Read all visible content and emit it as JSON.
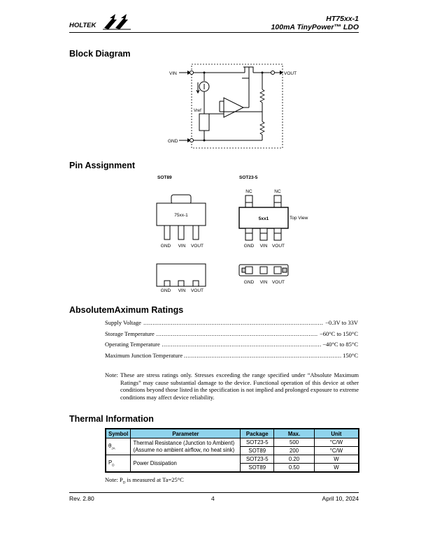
{
  "header": {
    "logo_text": "HOLTEK",
    "part_number": "HT75xx-1",
    "title": "100mA TinyPower™ LDO"
  },
  "block_diagram": {
    "heading": "Block Diagram",
    "vin": "VIN",
    "vout": "VOUT",
    "gnd": "GND",
    "vref": "Vref"
  },
  "pin_assignment": {
    "heading": "Pin Assignment",
    "sot89": {
      "title": "SOT89",
      "marking": "75xx-1",
      "pins": [
        "GND",
        "VIN",
        "VOUT"
      ]
    },
    "sot235": {
      "title": "SOT23-5",
      "marking": "5xx1",
      "top_pins": [
        "NC",
        "NC"
      ],
      "bottom_pins": [
        "GND",
        "VIN",
        "VOUT"
      ],
      "view": "Top View"
    }
  },
  "absolute_max": {
    "heading": "AbsolutemAximum Ratings",
    "rows": [
      {
        "label": "Supply Voltage",
        "value": "−0.3V to 33V"
      },
      {
        "label": "Storage Temperature",
        "value": "−60°C to 150°C"
      },
      {
        "label": "Operating Temperature",
        "value": "−40°C to 85°C"
      },
      {
        "label": "Maximum Junction Temperature",
        "value": "150°C"
      }
    ],
    "note_prefix": "Note:",
    "note_text": "These are stress ratings only. Stresses exceeding the range specified under “Absolute Maximum Ratings” may cause substantial damage to the device. Functional operation of this device at other conditions beyond those listed in the specification is not implied and prolonged exposure to extreme conditions may affect device reliability."
  },
  "thermal": {
    "heading": "Thermal Information",
    "columns": [
      "Symbol",
      "Parameter",
      "Package",
      "Max.",
      "Unit"
    ],
    "theta_symbol": "θ",
    "theta_sub": "JA",
    "theta_param_1": "Thermal Resistance (Junction to Ambient)",
    "theta_param_2": "(Assume no ambient airflow, no heat sink)",
    "theta_rows": [
      {
        "package": "SOT23-5",
        "max": "500",
        "unit": "°C/W"
      },
      {
        "package": "SOT89",
        "max": "200",
        "unit": "°C/W"
      }
    ],
    "pd_symbol": "P",
    "pd_sub": "D",
    "pd_param": "Power Dissipation",
    "pd_rows": [
      {
        "package": "SOT23-5",
        "max": "0.20",
        "unit": "W"
      },
      {
        "package": "SOT89",
        "max": "0.50",
        "unit": "W"
      }
    ],
    "note_prefix": "Note: P",
    "note_sub": "D",
    "note_suffix": " is measured at Ta=25°C"
  },
  "footer": {
    "rev": "Rev. 2.80",
    "page": "4",
    "date": "April 10, 2024"
  }
}
